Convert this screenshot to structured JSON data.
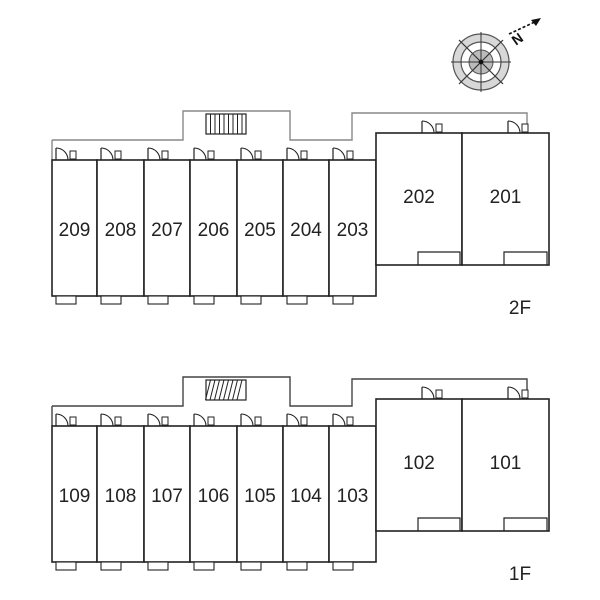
{
  "compass": {
    "north_letter": "N",
    "icon": "compass-icon"
  },
  "floors": [
    {
      "id": "2f",
      "label": "2F",
      "small_units": [
        "209",
        "208",
        "207",
        "206",
        "205",
        "204",
        "203"
      ],
      "large_units": [
        "202",
        "201"
      ]
    },
    {
      "id": "1f",
      "label": "1F",
      "small_units": [
        "109",
        "108",
        "107",
        "106",
        "105",
        "104",
        "103"
      ],
      "large_units": [
        "102",
        "101"
      ]
    }
  ],
  "colors": {
    "line": "#222222",
    "walkway_2f": "#888888",
    "walkway_1f": "#444444"
  }
}
